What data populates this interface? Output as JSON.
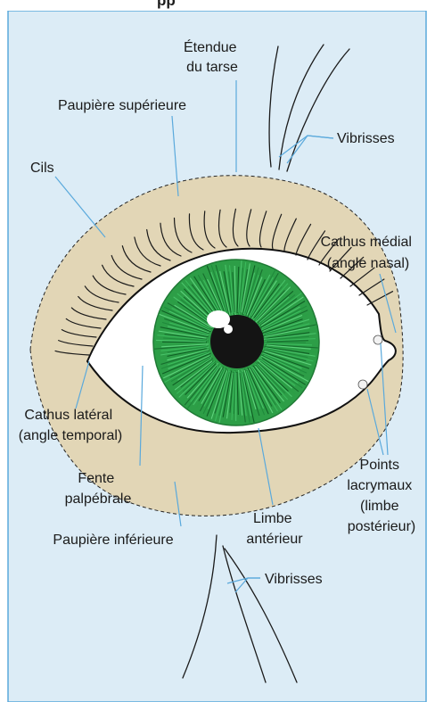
{
  "title_fragment": "pp",
  "colors": {
    "panel": "#dcecf6",
    "frame": "#5aa9dc",
    "eyelid": "#e2d6b6",
    "sclera": "#ffffff",
    "iris": "#2d9e47",
    "pupil": "#141414",
    "leader": "#5aa9dc",
    "text": "#1a1a1a"
  },
  "labels": {
    "tarse": [
      "Étendue",
      "du tarse"
    ],
    "paupiere_sup": "Paupière supérieure",
    "vibrisses_top": "Vibrisses",
    "cils": "Cils",
    "cathus_medial": [
      "Cathus médial",
      "(angle nasal)"
    ],
    "cathus_lateral": [
      "Cathus latéral",
      "(angle temporal)"
    ],
    "fente": [
      "Fente",
      "palpébrale"
    ],
    "points": [
      "Points",
      "lacrymaux",
      "(limbe",
      "postérieur)"
    ],
    "limbe": [
      "Limbe",
      "antérieur"
    ],
    "paupiere_inf": "Paupière inférieure",
    "vibrisses_bottom": "Vibrisses"
  }
}
